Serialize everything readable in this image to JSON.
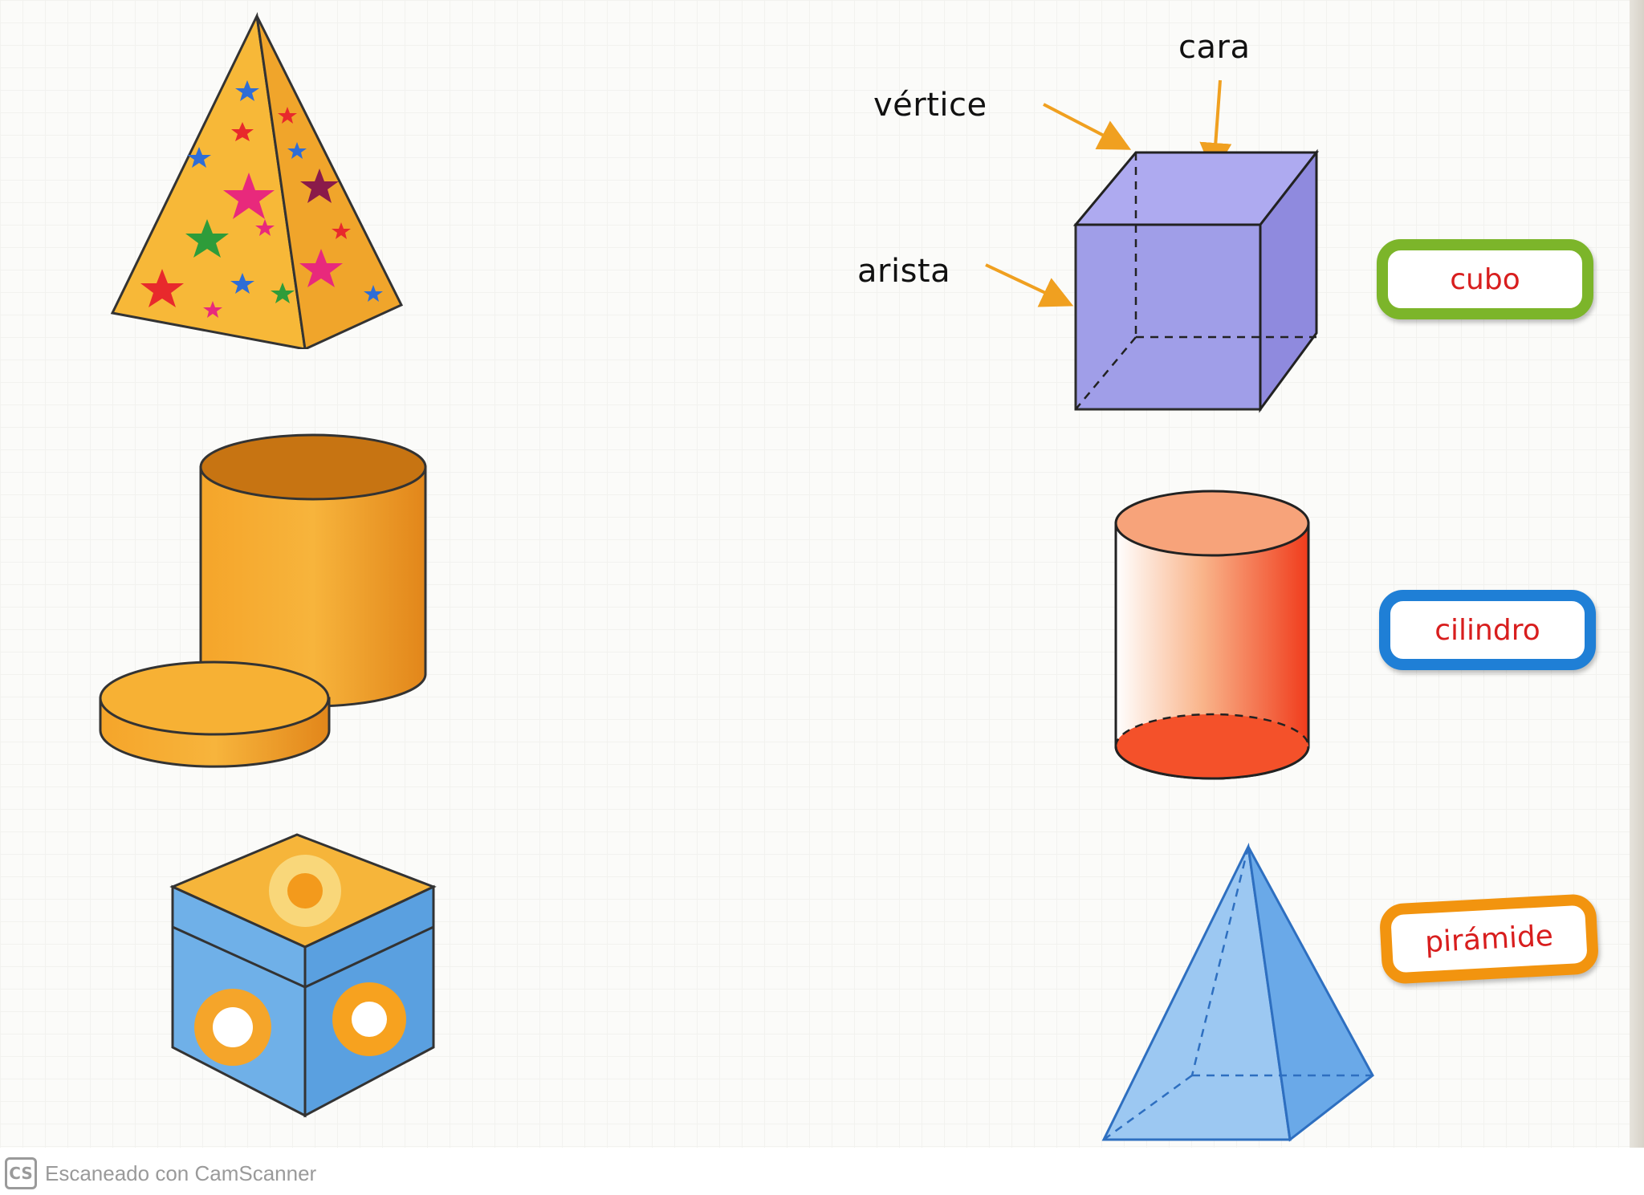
{
  "labels": {
    "vertex": "vértice",
    "face": "cara",
    "edge": "arista"
  },
  "tags": [
    {
      "text": "cubo",
      "border_color": "#7cb52a"
    },
    {
      "text": "cilindro",
      "border_color": "#1f7fd6"
    },
    {
      "text": "pirámide",
      "border_color": "#f2940f"
    }
  ],
  "footer": {
    "logo": "CS",
    "text": "Escaneado con CamScanner"
  },
  "colors": {
    "arrow": "#f0a020",
    "cube": "#9c9ae8",
    "cylinder": "#f4512a",
    "pyramid": "#8ec0ef",
    "label_text": "#d81e1e"
  }
}
